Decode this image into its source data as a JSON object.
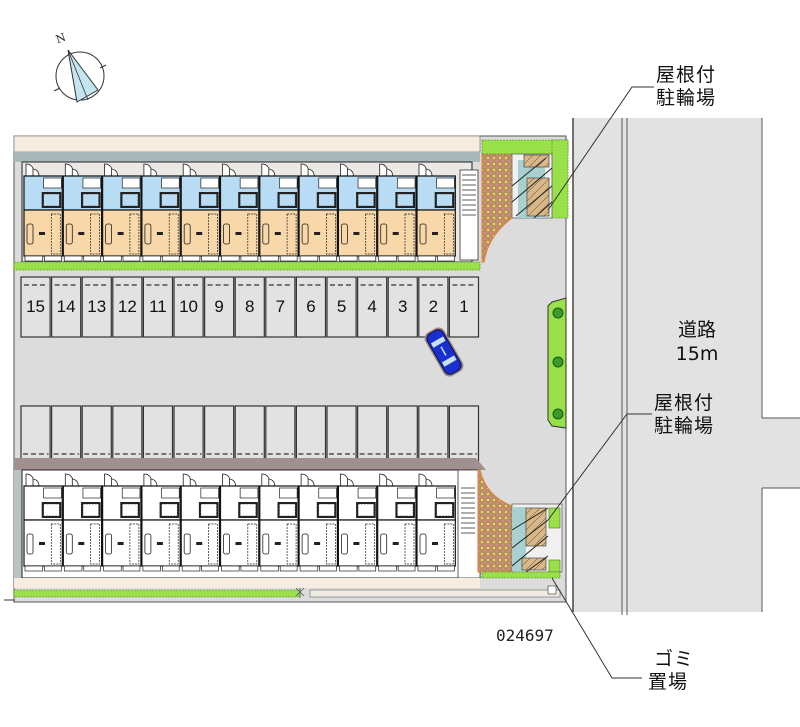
{
  "map": {
    "property_code": "024697",
    "compass": {
      "icon": "north-arrow-icon",
      "label": "N"
    },
    "road": {
      "name": "道路",
      "width": "15m"
    },
    "callouts": [
      {
        "id": "covered-bicycle-parking-north",
        "line1": "屋根付",
        "line2": "駐輪場"
      },
      {
        "id": "covered-bicycle-parking-south",
        "line1": "屋根付",
        "line2": "駐輪場"
      },
      {
        "id": "garbage-area",
        "line1": "ゴミ",
        "line2": "置場"
      }
    ],
    "parking": {
      "numbered_spaces": [
        "15",
        "14",
        "13",
        "12",
        "11",
        "10",
        "9",
        "8",
        "7",
        "6",
        "5",
        "4",
        "3",
        "2",
        "1"
      ],
      "unnumbered_space_count": 15
    },
    "buildings": {
      "north_units": 11,
      "south_units": 11
    },
    "colors": {
      "pavement": "#dcdcdc",
      "road": "#e2e2e2",
      "grass": "#99e04a",
      "unit_blue": "#b9dcf5",
      "unit_peach": "#f8d7a8",
      "car": "#1a2fd0",
      "brick": "#e0a050",
      "roof_band": "#a09090"
    }
  }
}
